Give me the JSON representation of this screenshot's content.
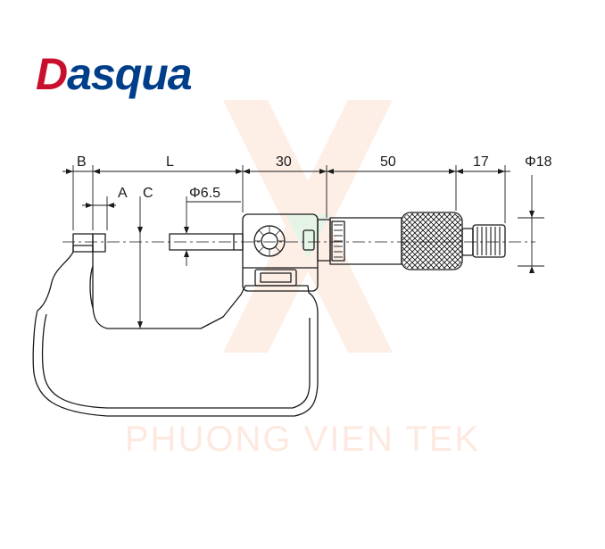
{
  "logo": {
    "text": "Dasqua",
    "colors": {
      "primary": "#c8102e",
      "secondary": "#003e8a"
    }
  },
  "watermark": {
    "text": "PHUONG VIEN TEK",
    "color": "#f07c3c"
  },
  "dimensions": {
    "b": "B",
    "l": "L",
    "d30": "30",
    "d50": "50",
    "d17": "17",
    "phi18": "Φ18",
    "a": "A",
    "c": "C",
    "phi65": "Φ6.5"
  },
  "drawing": {
    "subject": "micrometer technical drawing",
    "line_color": "#1a1a1a"
  }
}
